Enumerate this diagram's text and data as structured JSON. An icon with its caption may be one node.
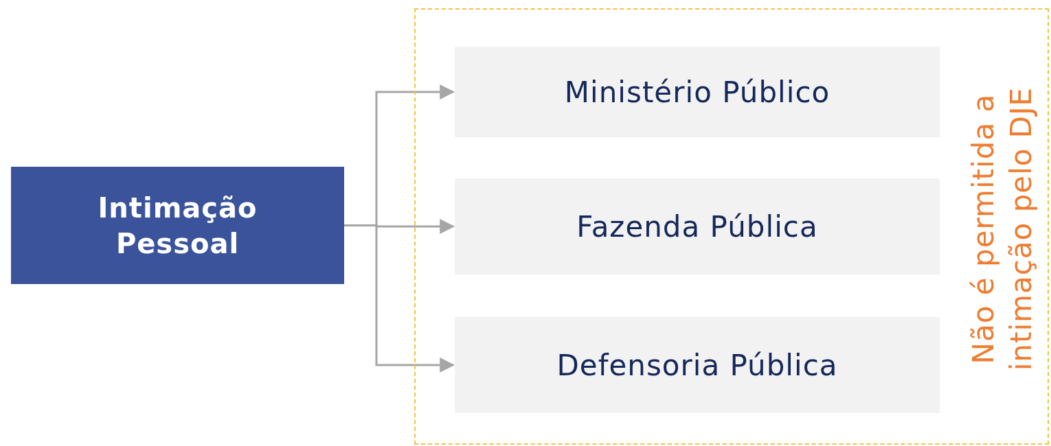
{
  "diagram": {
    "nodes": [
      {
        "text": [
          "Intimação Pessoal"
        ]
      },
      {
        "text": [
          "Não é permitida a intimação pelo DJE"
        ]
      },
      {
        "text": [
          "Ministério Público"
        ],
        "in": 1
      },
      {
        "text": [
          "Fazenda Pública"
        ],
        "in": 1
      },
      {
        "text": [
          "Defensoria Pública"
        ],
        "in": 1
      }
    ],
    "edges": [
      {
        "from": 0,
        "to": 2,
        "arrow": "to"
      },
      {
        "from": 0,
        "to": 3,
        "arrow": "to"
      },
      {
        "from": 0,
        "to": 4,
        "arrow": "to"
      }
    ]
  }
}
